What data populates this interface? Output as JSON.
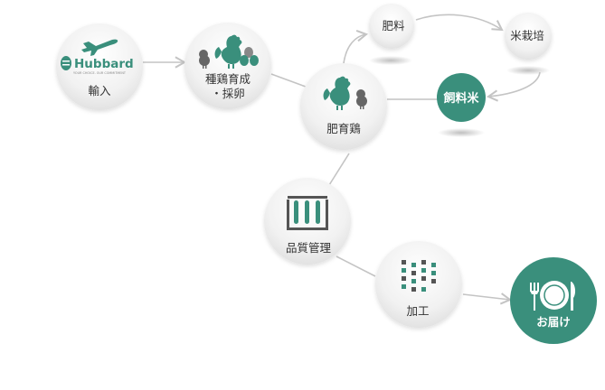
{
  "nodes": {
    "import": {
      "label": "輸入",
      "logo_text": "Hubbard",
      "logo_tagline": "YOUR CHOICE. OUR COMMITMENT"
    },
    "breeding": {
      "label_line1": "種鶏育成",
      "label_line2": "・採卵"
    },
    "broiler": {
      "label": "肥育鶏"
    },
    "fertilizer": {
      "label": "肥料"
    },
    "rice": {
      "label": "米栽培"
    },
    "feed_rice": {
      "label": "飼料米"
    },
    "quality": {
      "label": "品質管理"
    },
    "processing": {
      "label": "加工"
    },
    "delivery": {
      "label": "お届け"
    }
  },
  "colors": {
    "accent_green": "#3a8f7c",
    "node_bg": "#f1f1f1",
    "connector": "#c4c4c4",
    "text": "#333333",
    "icon_gray": "#666666"
  }
}
